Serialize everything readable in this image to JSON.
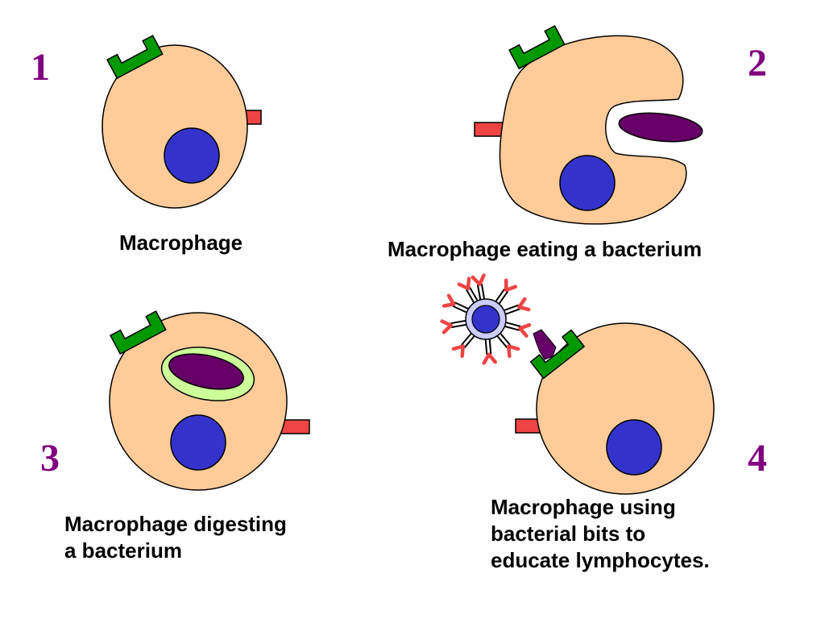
{
  "colors": {
    "cell_fill": "#FFCC99",
    "nucleus": "#3333CC",
    "receptor_green": "#009900",
    "receptor_red": "#EE4444",
    "bacterium": "#660066",
    "vacuole": "#CCFF99",
    "lymphocyte_ring": "#CCCCFF",
    "number_color": "#800080",
    "outline": "#000000"
  },
  "steps": [
    {
      "number": "1",
      "caption_lines": [
        "Macrophage"
      ]
    },
    {
      "number": "2",
      "caption_lines": [
        "Macrophage eating a bacterium"
      ]
    },
    {
      "number": "3",
      "caption_lines": [
        "Macrophage digesting",
        "a bacterium"
      ]
    },
    {
      "number": "4",
      "caption_lines": [
        "Macrophage using",
        "bacterial bits to",
        "educate lymphocytes."
      ]
    }
  ]
}
